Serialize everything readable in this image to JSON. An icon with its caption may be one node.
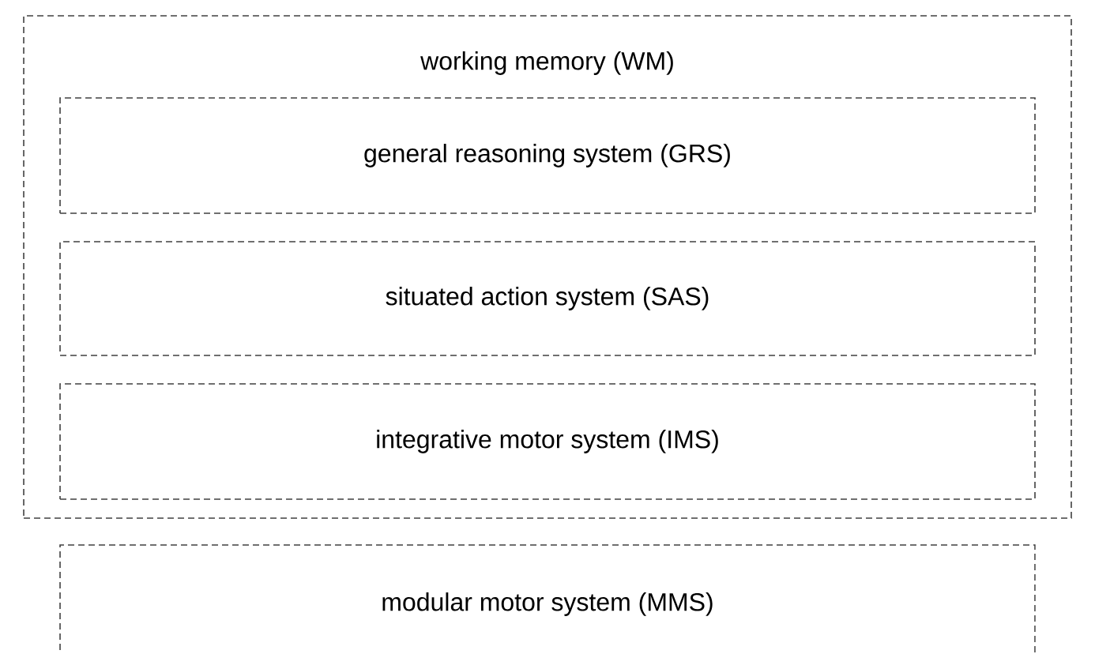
{
  "diagram": {
    "nodes": [
      {
        "text": [
          "working memory (WM)"
        ]
      },
      {
        "text": [
          "general reasoning system (GRS)"
        ],
        "in": 0
      },
      {
        "text": [
          "situated action system (SAS)"
        ],
        "in": 0
      },
      {
        "text": [
          "integrative motor system (IMS)"
        ],
        "in": 0
      },
      {
        "text": [
          "modular motor system (MMS)"
        ]
      }
    ]
  }
}
